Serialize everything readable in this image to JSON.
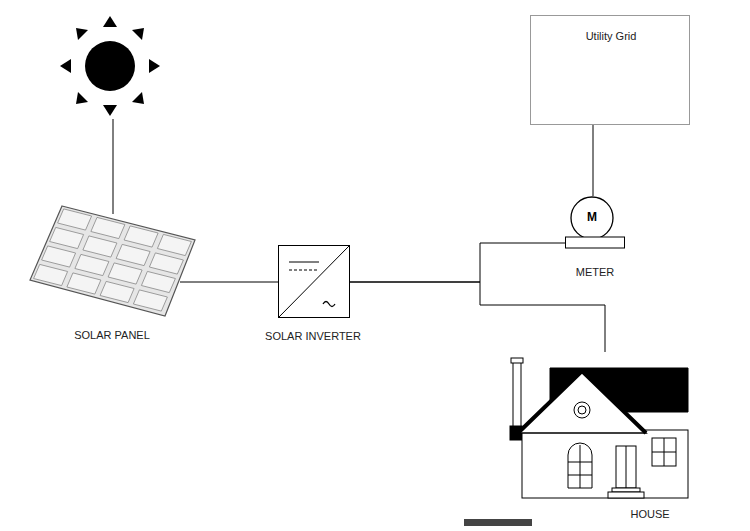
{
  "diagram": {
    "nodes": [
      {
        "text": [
          "SOLAR PANEL"
        ]
      },
      {
        "text": [
          "SOLAR INVERTER"
        ]
      },
      {
        "text": [
          "M",
          "METER"
        ]
      },
      {
        "text": [
          "Utility Grid"
        ]
      },
      {
        "text": [
          "HOUSE"
        ]
      }
    ],
    "edges": [
      {
        "from": 0,
        "to": 1,
        "arrow": "none"
      },
      {
        "from": 1,
        "to": 2,
        "arrow": "none"
      },
      {
        "from": 1,
        "to": 4,
        "arrow": "none"
      },
      {
        "from": 3,
        "to": 2,
        "arrow": "none"
      }
    ]
  }
}
